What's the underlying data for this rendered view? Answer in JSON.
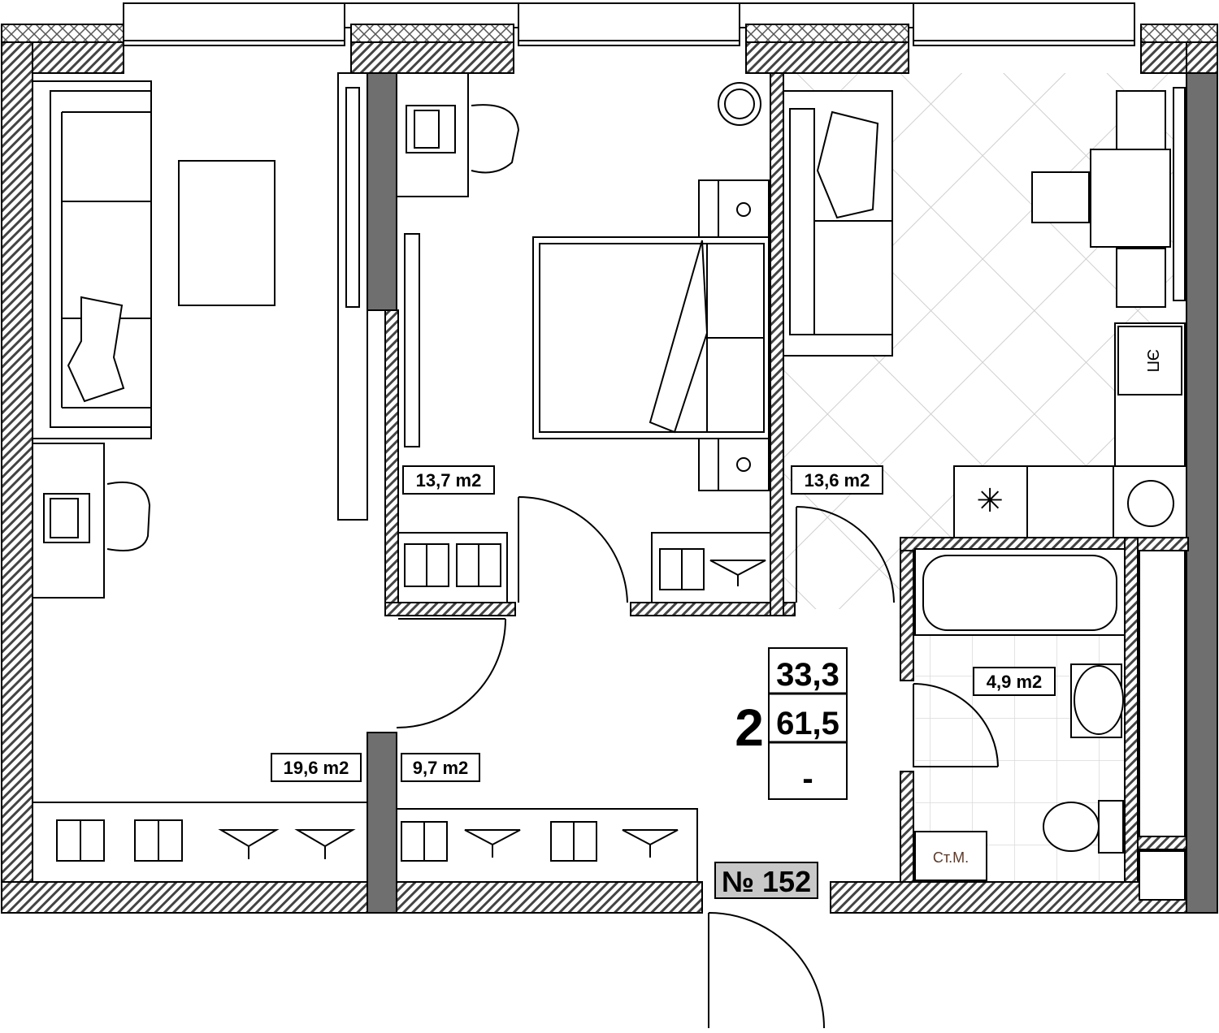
{
  "apartment": {
    "number": "№ 152",
    "rooms_count": "2",
    "living_area": "33,3",
    "total_area": "61,5",
    "dash": "-"
  },
  "rooms": [
    {
      "name": "living-room",
      "area": "19,6 m2"
    },
    {
      "name": "bedroom",
      "area": "13,7 m2"
    },
    {
      "name": "kitchen",
      "area": "13,6 m2"
    },
    {
      "name": "hallway",
      "area": "9,7 m2"
    },
    {
      "name": "bathroom",
      "area": "4,9 m2"
    }
  ],
  "fixtures": {
    "stove_label": "ЭП",
    "washer_label": "Ст.М."
  },
  "colors": {
    "wall_fill": "#6f6f6f",
    "outline": "#000000",
    "badge_fill": "#c8c8c8",
    "kitchen_tile": "#d0d0d0",
    "washer_text": "#5a3a2a"
  }
}
